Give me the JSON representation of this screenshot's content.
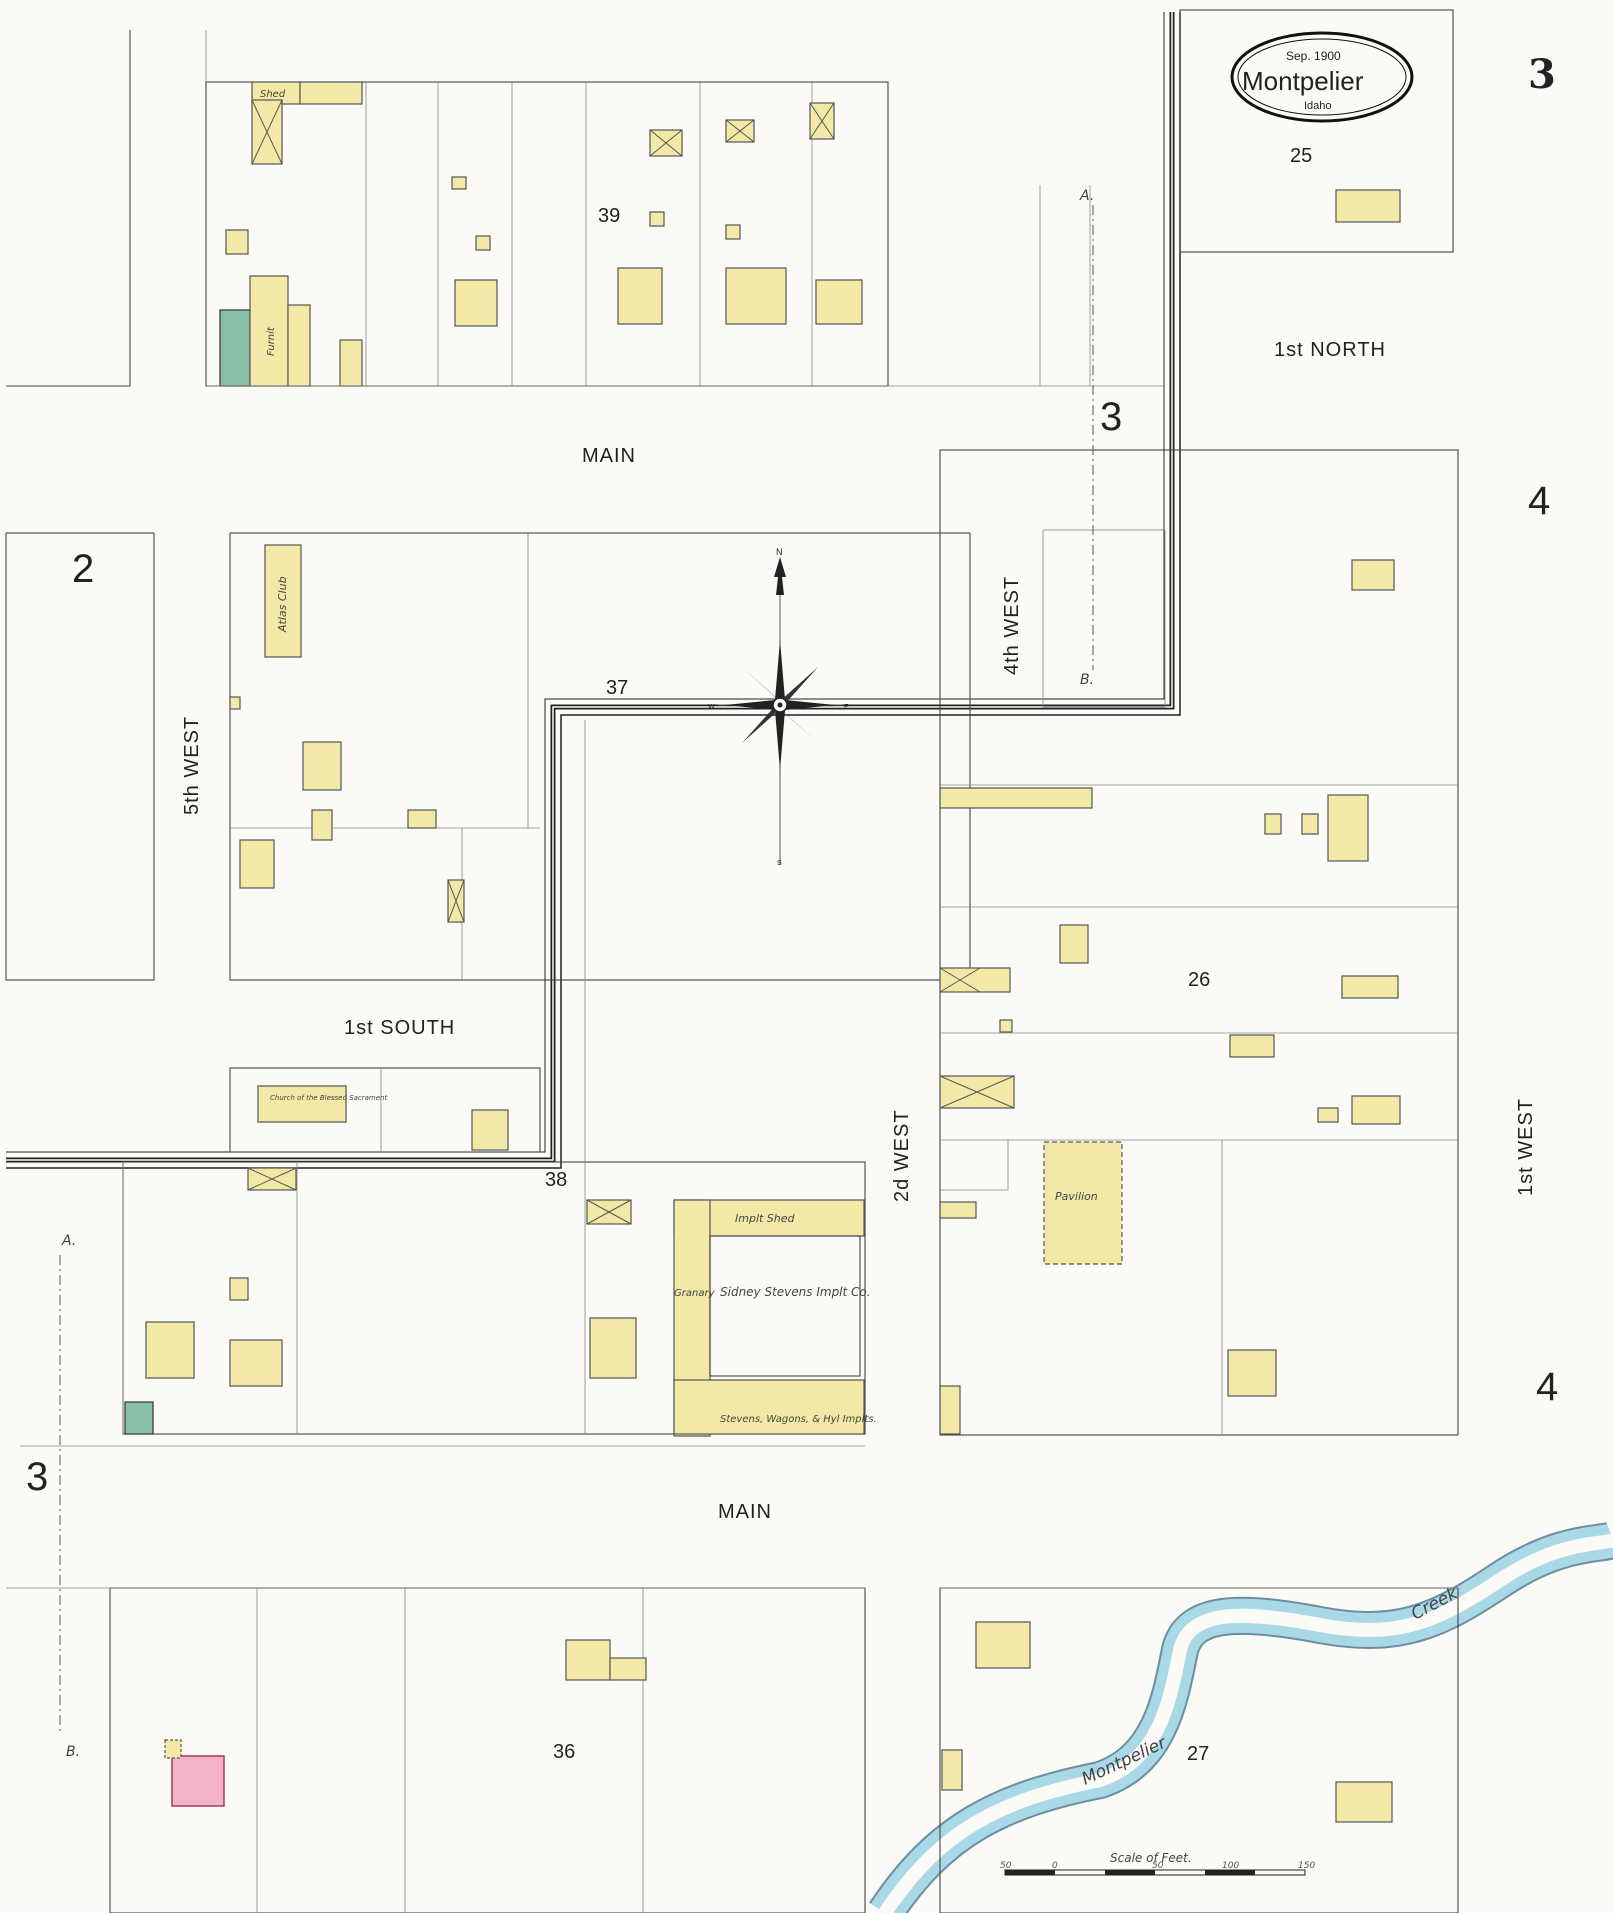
{
  "title_cartouche": {
    "date": "Sep. 1900",
    "city": "Montpelier",
    "state": "Idaho"
  },
  "sheet_number": "3",
  "adjoining_sheets": {
    "west_upper": "2",
    "west_lower": "3",
    "center": "3",
    "east_upper": "4",
    "east_lower": "4"
  },
  "streets": {
    "main_upper": "MAIN",
    "main_lower": "MAIN",
    "first_north": "1st NORTH",
    "first_south": "1st SOUTH",
    "fifth_west": "5th WEST",
    "fourth_west": "4th WEST",
    "second_west": "2d WEST",
    "first_west": "1st WEST"
  },
  "blocks": {
    "b25": "25",
    "b39": "39",
    "b37": "37",
    "b26": "26",
    "b38": "38",
    "b36": "36",
    "b27": "27"
  },
  "buildings": {
    "atlas_club": "Atlas Club",
    "church": "Church of the Blessed Sacrament",
    "sidney_stevens": "Sidney Stevens Implt Co.",
    "implt_shed": "Implt Shed",
    "stevens_wagons": "Stevens, Wagons, & Hyl Implts.",
    "pavilion": "Pavilion",
    "granary": "Granary",
    "furnit": "Furnit",
    "shed": "Shed"
  },
  "water": {
    "creek": "Montpelier Creek",
    "creek_word1": "Montpelier",
    "creek_word2": "Creek"
  },
  "scale": {
    "label": "Scale of Feet.",
    "ticks": [
      "50",
      "0",
      "50",
      "100",
      "150"
    ]
  },
  "compass": {
    "north": "N",
    "south": "S",
    "east": "E",
    "west": "W"
  },
  "section_markers": {
    "a_top": "A.",
    "b_top": "B.",
    "a_left": "A.",
    "b_left": "B."
  },
  "colors": {
    "frame_building": "#f3e9a6",
    "brick_building": "#f3b3c8",
    "special_building": "#89bfa7",
    "creek": "#a9d8e6",
    "paper": "#fbfaf6"
  }
}
